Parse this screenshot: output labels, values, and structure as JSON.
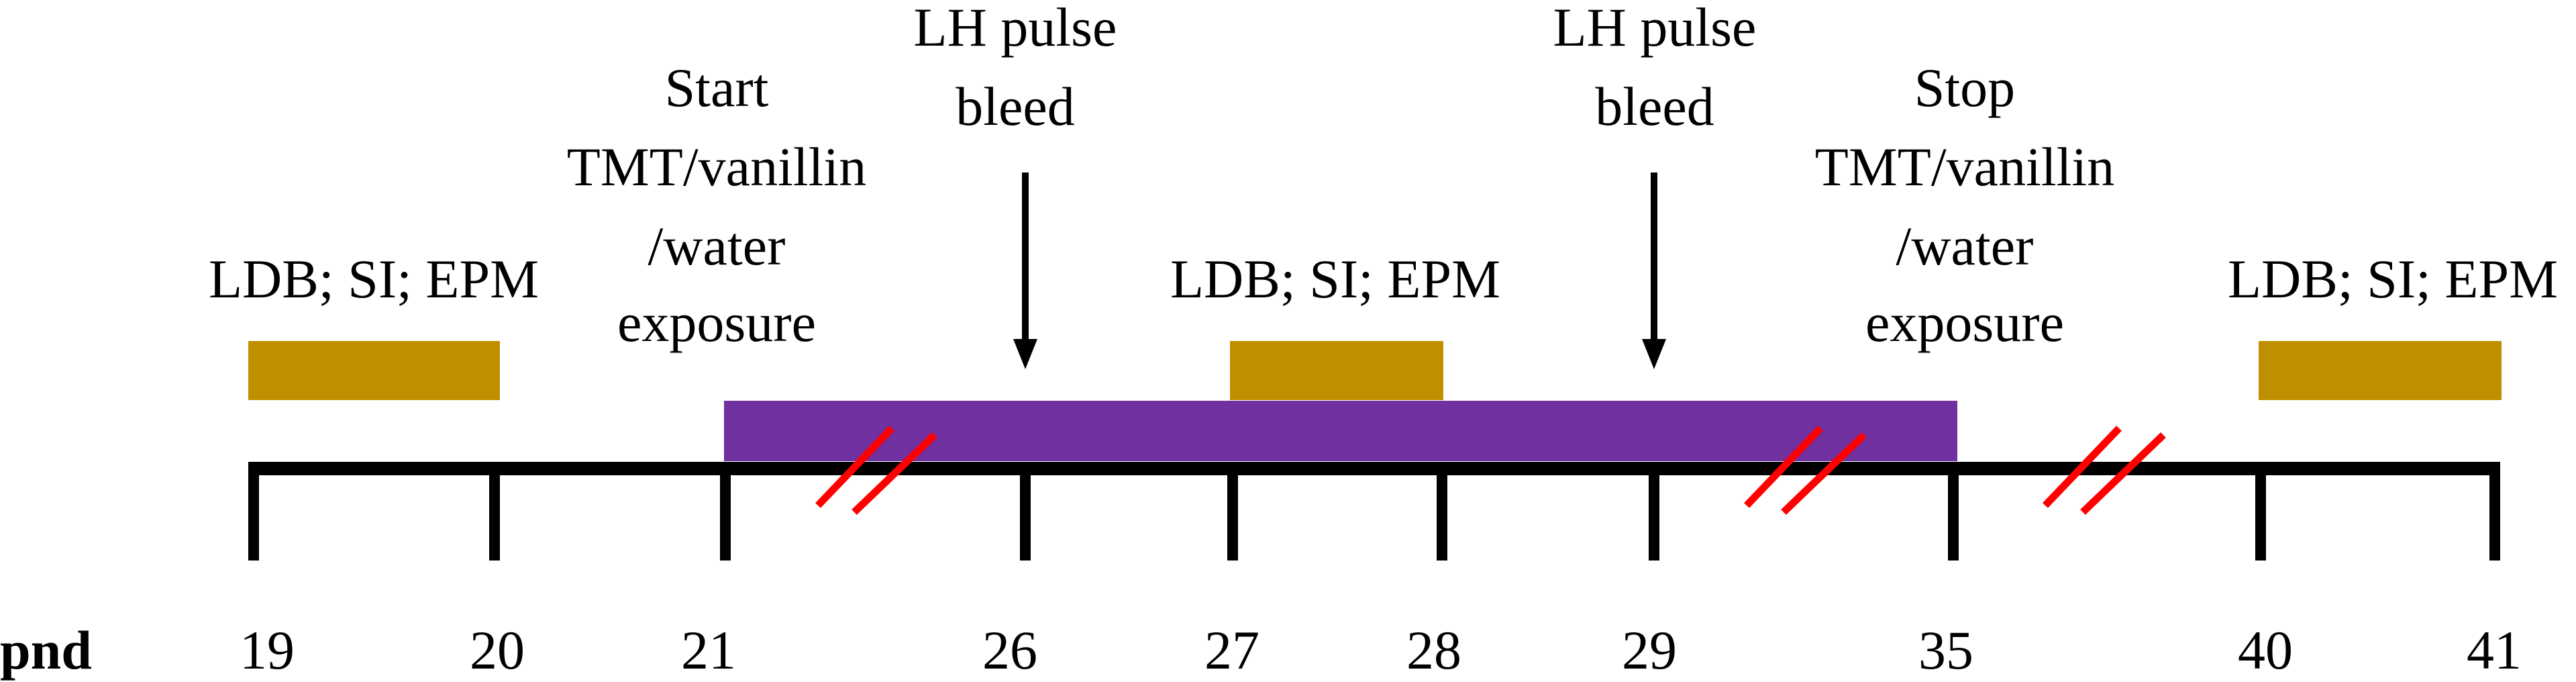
{
  "axis_label": "pnd",
  "ticks": [
    "19",
    "20",
    "21",
    "26",
    "27",
    "28",
    "29",
    "35",
    "40",
    "41"
  ],
  "test_battery_label": "LDB; SI; EPM",
  "start_label": [
    "Start",
    "TMT/vanillin",
    "/water",
    "exposure"
  ],
  "stop_label": [
    "Stop",
    "TMT/vanillin",
    "/water",
    "exposure"
  ],
  "bleed_label": [
    "LH pulse",
    "bleed"
  ],
  "axis_breaks": [
    "21-26",
    "29-35",
    "35-40"
  ],
  "colors": {
    "test_battery_bar": "#BF8F00",
    "exposure_bar": "#7030A0",
    "axis_break": "#FF0000",
    "axis": "#000000"
  }
}
